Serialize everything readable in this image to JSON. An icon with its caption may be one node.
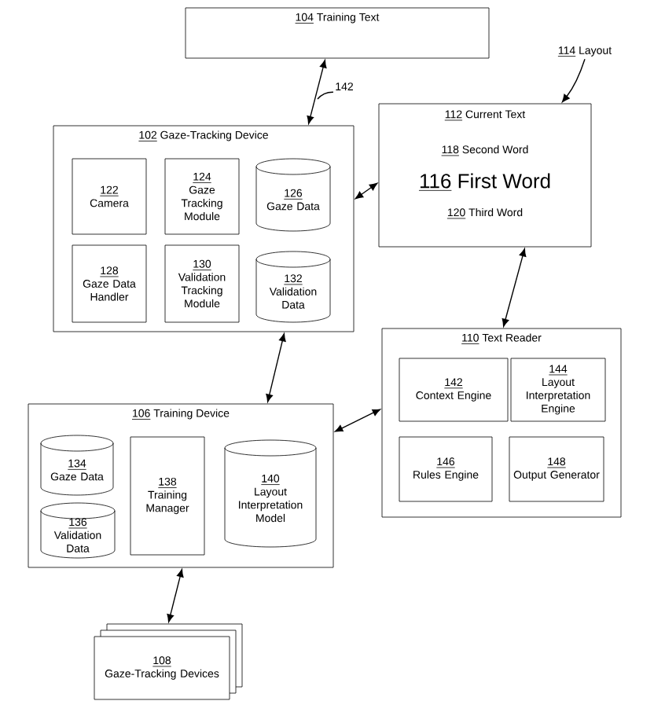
{
  "diagram": {
    "nodes": [
      {
        "text": [
          "104",
          "Training Text"
        ]
      },
      {
        "text": [
          "102",
          "Gaze-Tracking Device"
        ]
      },
      {
        "text": [
          "122",
          "Camera"
        ],
        "in": 1
      },
      {
        "text": [
          "124",
          "Gaze Tracking Module"
        ],
        "in": 1
      },
      {
        "text": [
          "126",
          "Gaze Data"
        ],
        "in": 1
      },
      {
        "text": [
          "128",
          "Gaze Data Handler"
        ],
        "in": 1
      },
      {
        "text": [
          "130",
          "Validation Tracking Module"
        ],
        "in": 1
      },
      {
        "text": [
          "132",
          "Validation Data"
        ],
        "in": 1
      },
      {
        "text": [
          "112",
          "Current Text",
          "118",
          "Second Word",
          "116",
          "First Word",
          "120",
          "Third Word"
        ]
      },
      {
        "text": [
          "114",
          "Layout"
        ]
      },
      {
        "text": [
          "110",
          "Text Reader"
        ]
      },
      {
        "text": [
          "142",
          "Context Engine"
        ],
        "in": 10
      },
      {
        "text": [
          "144",
          "Layout Interpretation Engine"
        ],
        "in": 10
      },
      {
        "text": [
          "146",
          "Rules Engine"
        ],
        "in": 10
      },
      {
        "text": [
          "148",
          "Output Generator"
        ],
        "in": 10
      },
      {
        "text": [
          "106",
          "Training Device"
        ]
      },
      {
        "text": [
          "134",
          "Gaze Data"
        ],
        "in": 15
      },
      {
        "text": [
          "136",
          "Validation Data"
        ],
        "in": 15
      },
      {
        "text": [
          "138",
          "Training Manager"
        ],
        "in": 15
      },
      {
        "text": [
          "140",
          "Layout Interpretation Model"
        ],
        "in": 15
      },
      {
        "text": [
          "108",
          "Gaze-Tracking Devices"
        ]
      },
      {
        "text": [
          "142"
        ]
      }
    ],
    "edges": [
      {
        "from": 0,
        "to": 1,
        "arrow": "both"
      },
      {
        "from": 1,
        "to": 8,
        "arrow": "both"
      },
      {
        "from": 8,
        "to": 10,
        "arrow": "both"
      },
      {
        "from": 1,
        "to": 15,
        "arrow": "both"
      },
      {
        "from": 15,
        "to": 10,
        "arrow": "both"
      },
      {
        "from": 15,
        "to": 20,
        "arrow": "both"
      },
      {
        "from": 9,
        "to": 8,
        "arrow": "to"
      },
      {
        "from": 21,
        "to": null,
        "arrow": "none"
      }
    ]
  }
}
